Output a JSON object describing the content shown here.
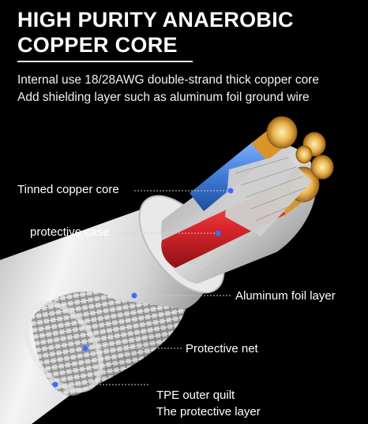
{
  "header": {
    "title_line1": "HIGH PURITY ANAEROBIC",
    "title_line2": "COPPER CORE",
    "subtitle_line1": "Internal use 18/28AWG double-strand thick copper core",
    "subtitle_line2": "Add shielding layer such as aluminum foil ground wire"
  },
  "callouts": {
    "tinned_core": "Tinned copper core",
    "protective_case": "protective case",
    "aluminum_foil": "Aluminum foil layer",
    "protective_net": "Protective net",
    "tpe_line1": "TPE outer quilt",
    "tpe_line2": "The protective layer"
  },
  "colors": {
    "background": "#000000",
    "jacket": "#dcdcdc",
    "copper": "#e0a23a",
    "red_wire": "#d9262c",
    "blue_wire": "#3f7bd8",
    "callout_dot": "#3b6cff"
  }
}
